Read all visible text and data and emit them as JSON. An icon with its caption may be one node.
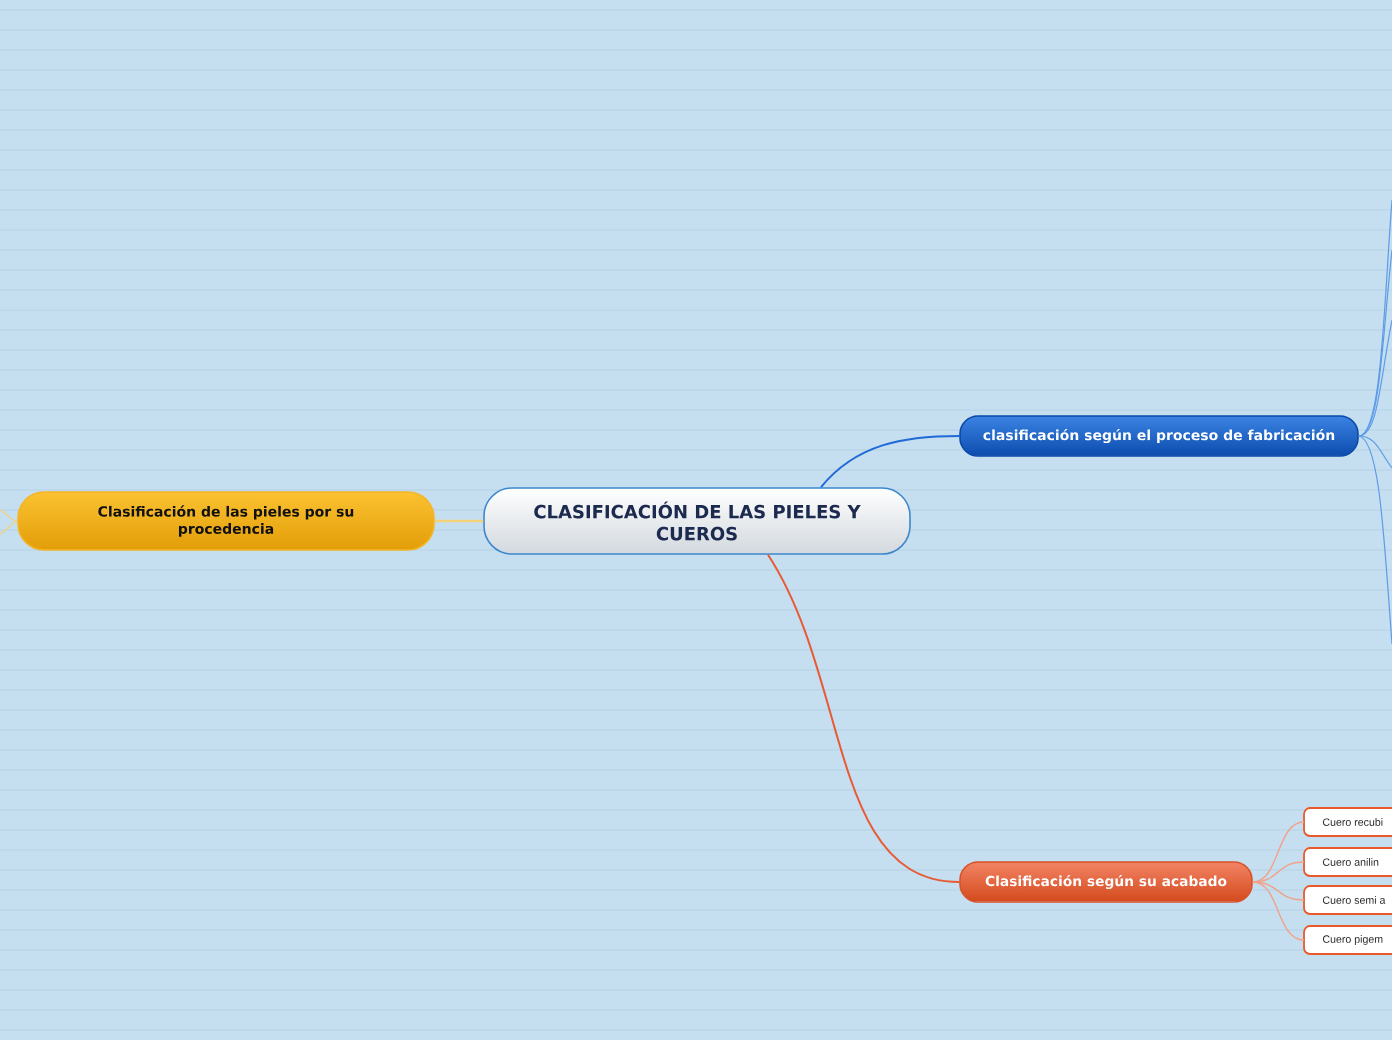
{
  "diagram": {
    "nodes": [
      {
        "text": [
          "CLASIFICACIÓN DE LAS PIELES Y CUEROS"
        ]
      },
      {
        "text": [
          "Clasificación de las pieles por su procedencia"
        ]
      },
      {
        "text": [
          "clasificación según el proceso de fabricación"
        ]
      },
      {
        "text": [
          "Clasificación según su acabado"
        ]
      },
      {
        "text": [
          "Cuero recubi"
        ]
      },
      {
        "text": [
          "Cuero anilin"
        ]
      },
      {
        "text": [
          "Cuero semi a"
        ]
      },
      {
        "text": [
          "Cuero pigem"
        ]
      }
    ],
    "edges": [
      {
        "from": 0,
        "to": 1,
        "arrow": "none",
        "color": "#f3d27a"
      },
      {
        "from": 0,
        "to": 2,
        "arrow": "none",
        "color": "#1f6ad6"
      },
      {
        "from": 0,
        "to": 3,
        "arrow": "none",
        "color": "#e85a34"
      },
      {
        "from": 3,
        "to": 4,
        "arrow": "none",
        "color": "#f0a38a"
      },
      {
        "from": 3,
        "to": 5,
        "arrow": "none",
        "color": "#f0a38a"
      },
      {
        "from": 3,
        "to": 6,
        "arrow": "none",
        "color": "#f0a38a"
      },
      {
        "from": 3,
        "to": 7,
        "arrow": "none",
        "color": "#f0a38a"
      },
      {
        "from": 2,
        "to": null,
        "arrow": "none",
        "color": "#5d9be6"
      },
      {
        "from": 2,
        "to": null,
        "arrow": "none",
        "color": "#5d9be6"
      },
      {
        "from": 2,
        "to": null,
        "arrow": "none",
        "color": "#5d9be6"
      },
      {
        "from": 2,
        "to": null,
        "arrow": "none",
        "color": "#5d9be6"
      },
      {
        "from": 2,
        "to": null,
        "arrow": "none",
        "color": "#5d9be6"
      },
      {
        "from": 1,
        "to": null,
        "arrow": "none",
        "color": "#f3d27a"
      },
      {
        "from": 1,
        "to": null,
        "arrow": "none",
        "color": "#f3d27a"
      }
    ]
  }
}
